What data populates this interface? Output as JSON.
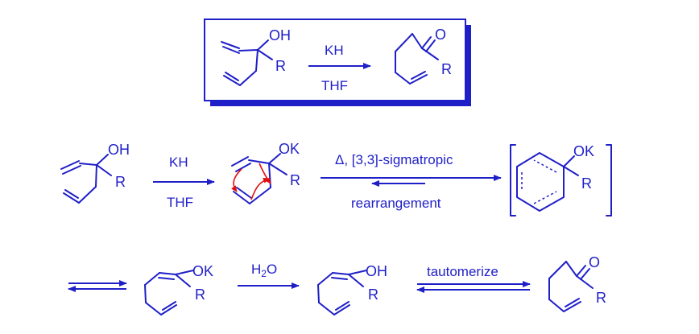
{
  "summary": {
    "reactant_labels": {
      "oh": "OH",
      "r": "R"
    },
    "reagent_top": "KH",
    "reagent_bottom": "THF",
    "product_labels": {
      "o": "O",
      "r": "R"
    }
  },
  "step1": {
    "reactant_labels": {
      "oh": "OH",
      "r": "R"
    },
    "reagent_top": "KH",
    "reagent_bottom": "THF",
    "alkoxide_labels": {
      "ok": "OK",
      "r": "R"
    }
  },
  "step2": {
    "condition_top": "Δ, [3,3]-sigmatropic",
    "condition_bottom": "rearrangement",
    "intermediate_labels": {
      "ok": "OK",
      "r": "R"
    }
  },
  "step3": {
    "enolate_labels": {
      "ok": "OK",
      "r": "R"
    },
    "reagent_h2o_main": "H",
    "reagent_h2o_sub": "2",
    "reagent_h2o_end": "O",
    "enol_labels": {
      "oh": "OH",
      "r": "R"
    },
    "tautomerize_label": "tautomerize",
    "product_labels": {
      "o": "O",
      "r": "R"
    }
  },
  "colors": {
    "ink": "#1f1fc8",
    "curly_arrows": "#e01010",
    "shadow": "#1f1fc8"
  }
}
